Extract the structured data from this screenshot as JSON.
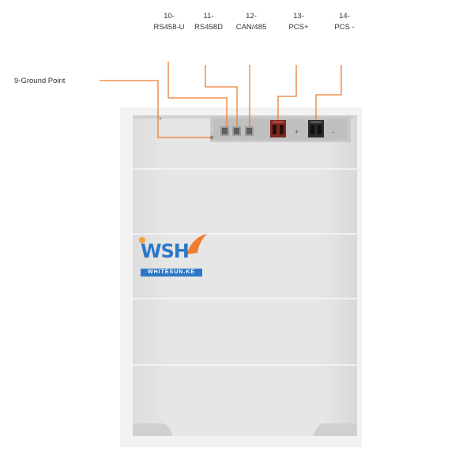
{
  "labels": {
    "ground": "9-Ground Point",
    "port10": {
      "num": "10-",
      "name": "RS458-U"
    },
    "port11": {
      "num": "11-",
      "name": "RS458D"
    },
    "port12": {
      "num": "12-",
      "name": "CAN/485"
    },
    "port13": {
      "num": "13-",
      "name": "PCS+"
    },
    "port14": {
      "num": "14-",
      "name": "PCS -"
    }
  },
  "terminal_signs": {
    "plus": "+",
    "minus": "-"
  },
  "logo": {
    "letters": "WSH",
    "domain": "WHITESUN.KE"
  },
  "colors": {
    "leader": "#ef7d2f",
    "cabinet": "#e4e4e4",
    "terminal": "#7a2a20",
    "logo": "#2c78c7"
  }
}
